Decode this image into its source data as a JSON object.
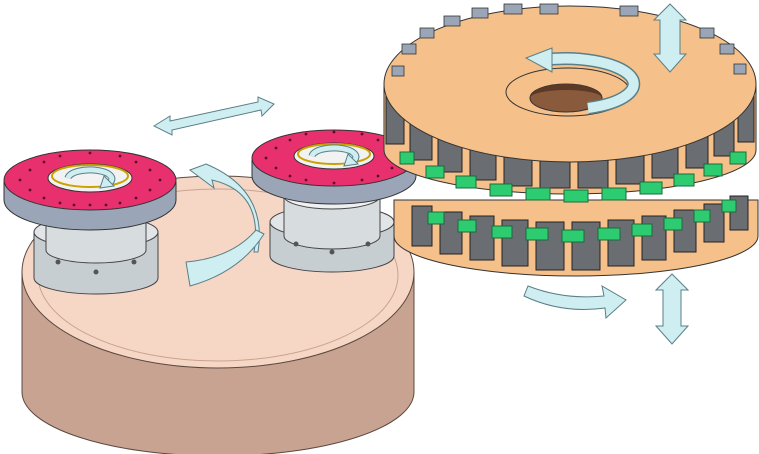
{
  "figure": {
    "colors": {
      "platform_side": "#c9a391",
      "platform_top": "#f6d7c6",
      "disc_pink": "#e8306f",
      "disc_gray": "#9aa6b8",
      "spindle": "#cfd5d8",
      "ring_orange": "#f5c08a",
      "tooth_gray": "#6a6e72",
      "tooth_green": "#2ecc71",
      "arrow_fill": "#cfeef1",
      "arrow_stroke": "#5a7f86"
    },
    "parts": [
      "base-platform",
      "left-disc-assembly",
      "right-disc-assembly",
      "rotor-stack"
    ],
    "motion_arrows": [
      "translate-horizontal",
      "rotate-platform",
      "rotate-left-disc",
      "rotate-right-disc",
      "rotate-rotor",
      "vertical-top",
      "vertical-bottom",
      "rotor-tangential"
    ]
  }
}
